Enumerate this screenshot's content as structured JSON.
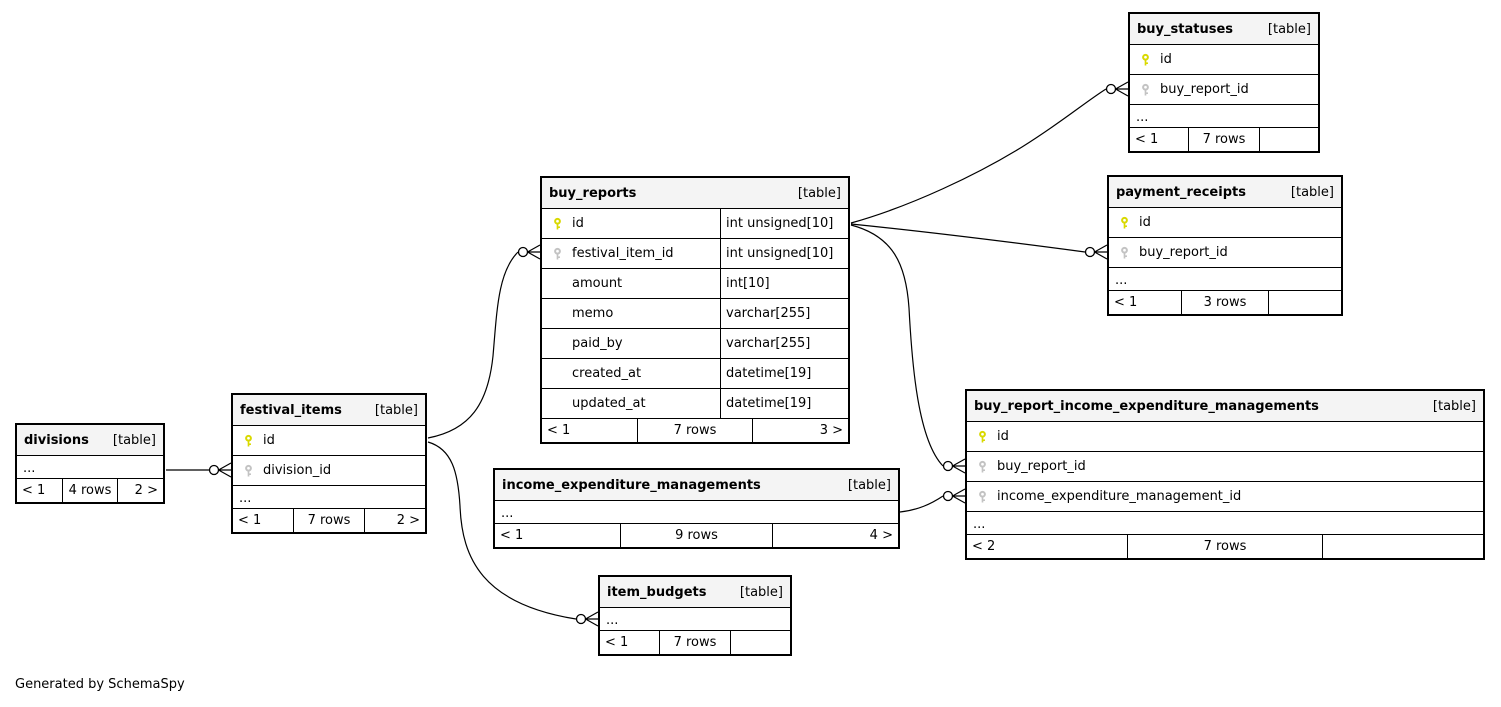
{
  "diagram": {
    "generator_note": "Generated by SchemaSpy",
    "badge": "[table]"
  },
  "colors": {
    "header_bg": "#f4f4f4",
    "primary_key": "#d9d900",
    "foreign_key": "#c3c3c3",
    "border": "#000000",
    "background": "#ffffff"
  },
  "tables": [
    {
      "name": "divisions",
      "badge": "[table]",
      "columns": [],
      "ellipsis": "...",
      "footer": {
        "left": "< 1",
        "center": "4 rows",
        "right": "2 >"
      }
    },
    {
      "name": "festival_items",
      "badge": "[table]",
      "columns": [
        {
          "key": "pk",
          "name": "id",
          "type": ""
        },
        {
          "key": "fk",
          "name": "division_id",
          "type": ""
        }
      ],
      "ellipsis": "...",
      "footer": {
        "left": "< 1",
        "center": "7 rows",
        "right": "2 >"
      }
    },
    {
      "name": "buy_reports",
      "badge": "[table]",
      "columns": [
        {
          "key": "pk",
          "name": "id",
          "type": "int unsigned[10]"
        },
        {
          "key": "fk",
          "name": "festival_item_id",
          "type": "int unsigned[10]"
        },
        {
          "key": "",
          "name": "amount",
          "type": "int[10]"
        },
        {
          "key": "",
          "name": "memo",
          "type": "varchar[255]"
        },
        {
          "key": "",
          "name": "paid_by",
          "type": "varchar[255]"
        },
        {
          "key": "",
          "name": "created_at",
          "type": "datetime[19]"
        },
        {
          "key": "",
          "name": "updated_at",
          "type": "datetime[19]"
        }
      ],
      "ellipsis": "",
      "footer": {
        "left": "< 1",
        "center": "7 rows",
        "right": "3 >"
      }
    },
    {
      "name": "item_budgets",
      "badge": "[table]",
      "columns": [],
      "ellipsis": "...",
      "footer": {
        "left": "< 1",
        "center": "7 rows",
        "right": ""
      }
    },
    {
      "name": "income_expenditure_managements",
      "badge": "[table]",
      "columns": [],
      "ellipsis": "...",
      "footer": {
        "left": "< 1",
        "center": "9 rows",
        "right": "4 >"
      }
    },
    {
      "name": "buy_report_income_expenditure_managements",
      "badge": "[table]",
      "columns": [
        {
          "key": "pk",
          "name": "id",
          "type": ""
        },
        {
          "key": "fk",
          "name": "buy_report_id",
          "type": ""
        },
        {
          "key": "fk",
          "name": "income_expenditure_management_id",
          "type": ""
        }
      ],
      "ellipsis": "...",
      "footer": {
        "left": "< 2",
        "center": "7 rows",
        "right": ""
      }
    },
    {
      "name": "buy_statuses",
      "badge": "[table]",
      "columns": [
        {
          "key": "pk",
          "name": "id",
          "type": ""
        },
        {
          "key": "fk",
          "name": "buy_report_id",
          "type": ""
        }
      ],
      "ellipsis": "...",
      "footer": {
        "left": "< 1",
        "center": "7 rows",
        "right": ""
      }
    },
    {
      "name": "payment_receipts",
      "badge": "[table]",
      "columns": [
        {
          "key": "pk",
          "name": "id",
          "type": ""
        },
        {
          "key": "fk",
          "name": "buy_report_id",
          "type": ""
        }
      ],
      "ellipsis": "...",
      "footer": {
        "left": "< 1",
        "center": "3 rows",
        "right": ""
      }
    }
  ],
  "relationships": [
    {
      "parent": "divisions",
      "child": "festival_items",
      "child_column": "division_id"
    },
    {
      "parent": "festival_items",
      "child": "buy_reports",
      "child_column": "festival_item_id"
    },
    {
      "parent": "festival_items",
      "child": "item_budgets"
    },
    {
      "parent": "buy_reports",
      "child": "buy_statuses",
      "child_column": "buy_report_id"
    },
    {
      "parent": "buy_reports",
      "child": "payment_receipts",
      "child_column": "buy_report_id"
    },
    {
      "parent": "buy_reports",
      "child": "buy_report_income_expenditure_managements",
      "child_column": "buy_report_id"
    },
    {
      "parent": "income_expenditure_managements",
      "child": "buy_report_income_expenditure_managements",
      "child_column": "income_expenditure_management_id"
    }
  ]
}
